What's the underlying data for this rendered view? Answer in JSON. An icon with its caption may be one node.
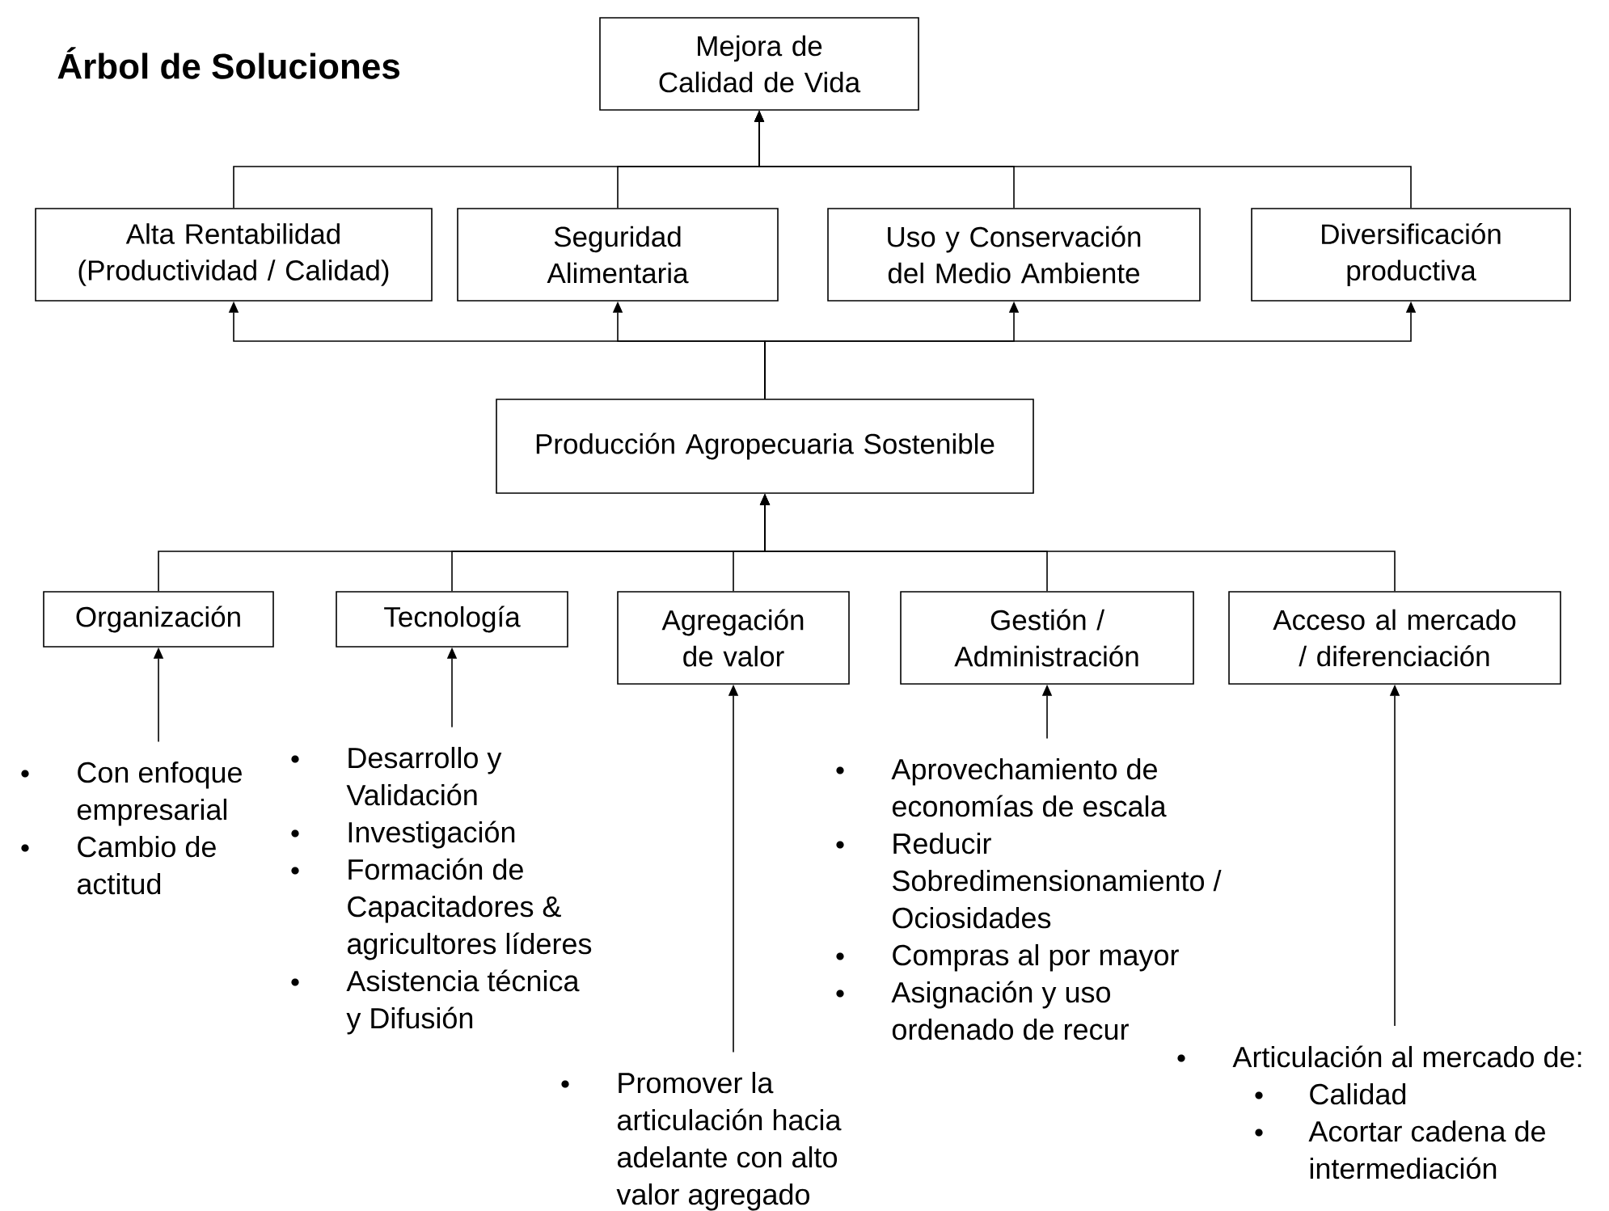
{
  "diagram": {
    "title": "Árbol de Soluciones",
    "nodes": [
      {
        "text": [
          "Mejora de Calidad de Vida"
        ]
      },
      {
        "text": [
          "Alta Rentabilidad (Productividad / Calidad)"
        ]
      },
      {
        "text": [
          "Seguridad Alimentaria"
        ]
      },
      {
        "text": [
          "Uso y Conservación del Medio Ambiente"
        ]
      },
      {
        "text": [
          "Diversificación productiva"
        ]
      },
      {
        "text": [
          "Producción Agropecuaria Sostenible"
        ]
      },
      {
        "text": [
          "Organización"
        ]
      },
      {
        "text": [
          "Tecnología"
        ]
      },
      {
        "text": [
          "Agregación de valor"
        ]
      },
      {
        "text": [
          "Gestión / Administración"
        ]
      },
      {
        "text": [
          "Acceso al mercado / diferenciación"
        ]
      },
      {
        "text": [
          "Con enfoque empresarial",
          "Cambio de actitud"
        ]
      },
      {
        "text": [
          "Desarrollo y Validación",
          "Investigación",
          "Formación de Capacitadores & agricultores líderes",
          "Asistencia técnica y Difusión"
        ]
      },
      {
        "text": [
          "Promover la articulación hacia adelante con alto valor agregado"
        ]
      },
      {
        "text": [
          "Aprovechamiento de economías de escala",
          "Reducir Sobredimensionamiento / Ociosidades",
          "Compras al por mayor",
          "Asignación y uso ordenado de recur"
        ]
      },
      {
        "text": [
          "Articulación al mercado de:",
          "Calidad",
          "Acortar cadena de intermediación"
        ]
      }
    ],
    "edges": [
      {
        "from": 1,
        "to": 0,
        "arrow": "to"
      },
      {
        "from": 2,
        "to": 0,
        "arrow": "to"
      },
      {
        "from": 3,
        "to": 0,
        "arrow": "to"
      },
      {
        "from": 4,
        "to": 0,
        "arrow": "to"
      },
      {
        "from": 5,
        "to": 1,
        "arrow": "to"
      },
      {
        "from": 5,
        "to": 2,
        "arrow": "to"
      },
      {
        "from": 5,
        "to": 3,
        "arrow": "to"
      },
      {
        "from": 5,
        "to": 4,
        "arrow": "to"
      },
      {
        "from": 6,
        "to": 5,
        "arrow": "to"
      },
      {
        "from": 7,
        "to": 5,
        "arrow": "to"
      },
      {
        "from": 8,
        "to": 5,
        "arrow": "to"
      },
      {
        "from": 9,
        "to": 5,
        "arrow": "to"
      },
      {
        "from": 10,
        "to": 5,
        "arrow": "to"
      },
      {
        "from": 11,
        "to": 6,
        "arrow": "to"
      },
      {
        "from": 12,
        "to": 7,
        "arrow": "to"
      },
      {
        "from": 13,
        "to": 8,
        "arrow": "to"
      },
      {
        "from": 14,
        "to": 9,
        "arrow": "to"
      },
      {
        "from": 15,
        "to": 10,
        "arrow": "to"
      }
    ]
  }
}
